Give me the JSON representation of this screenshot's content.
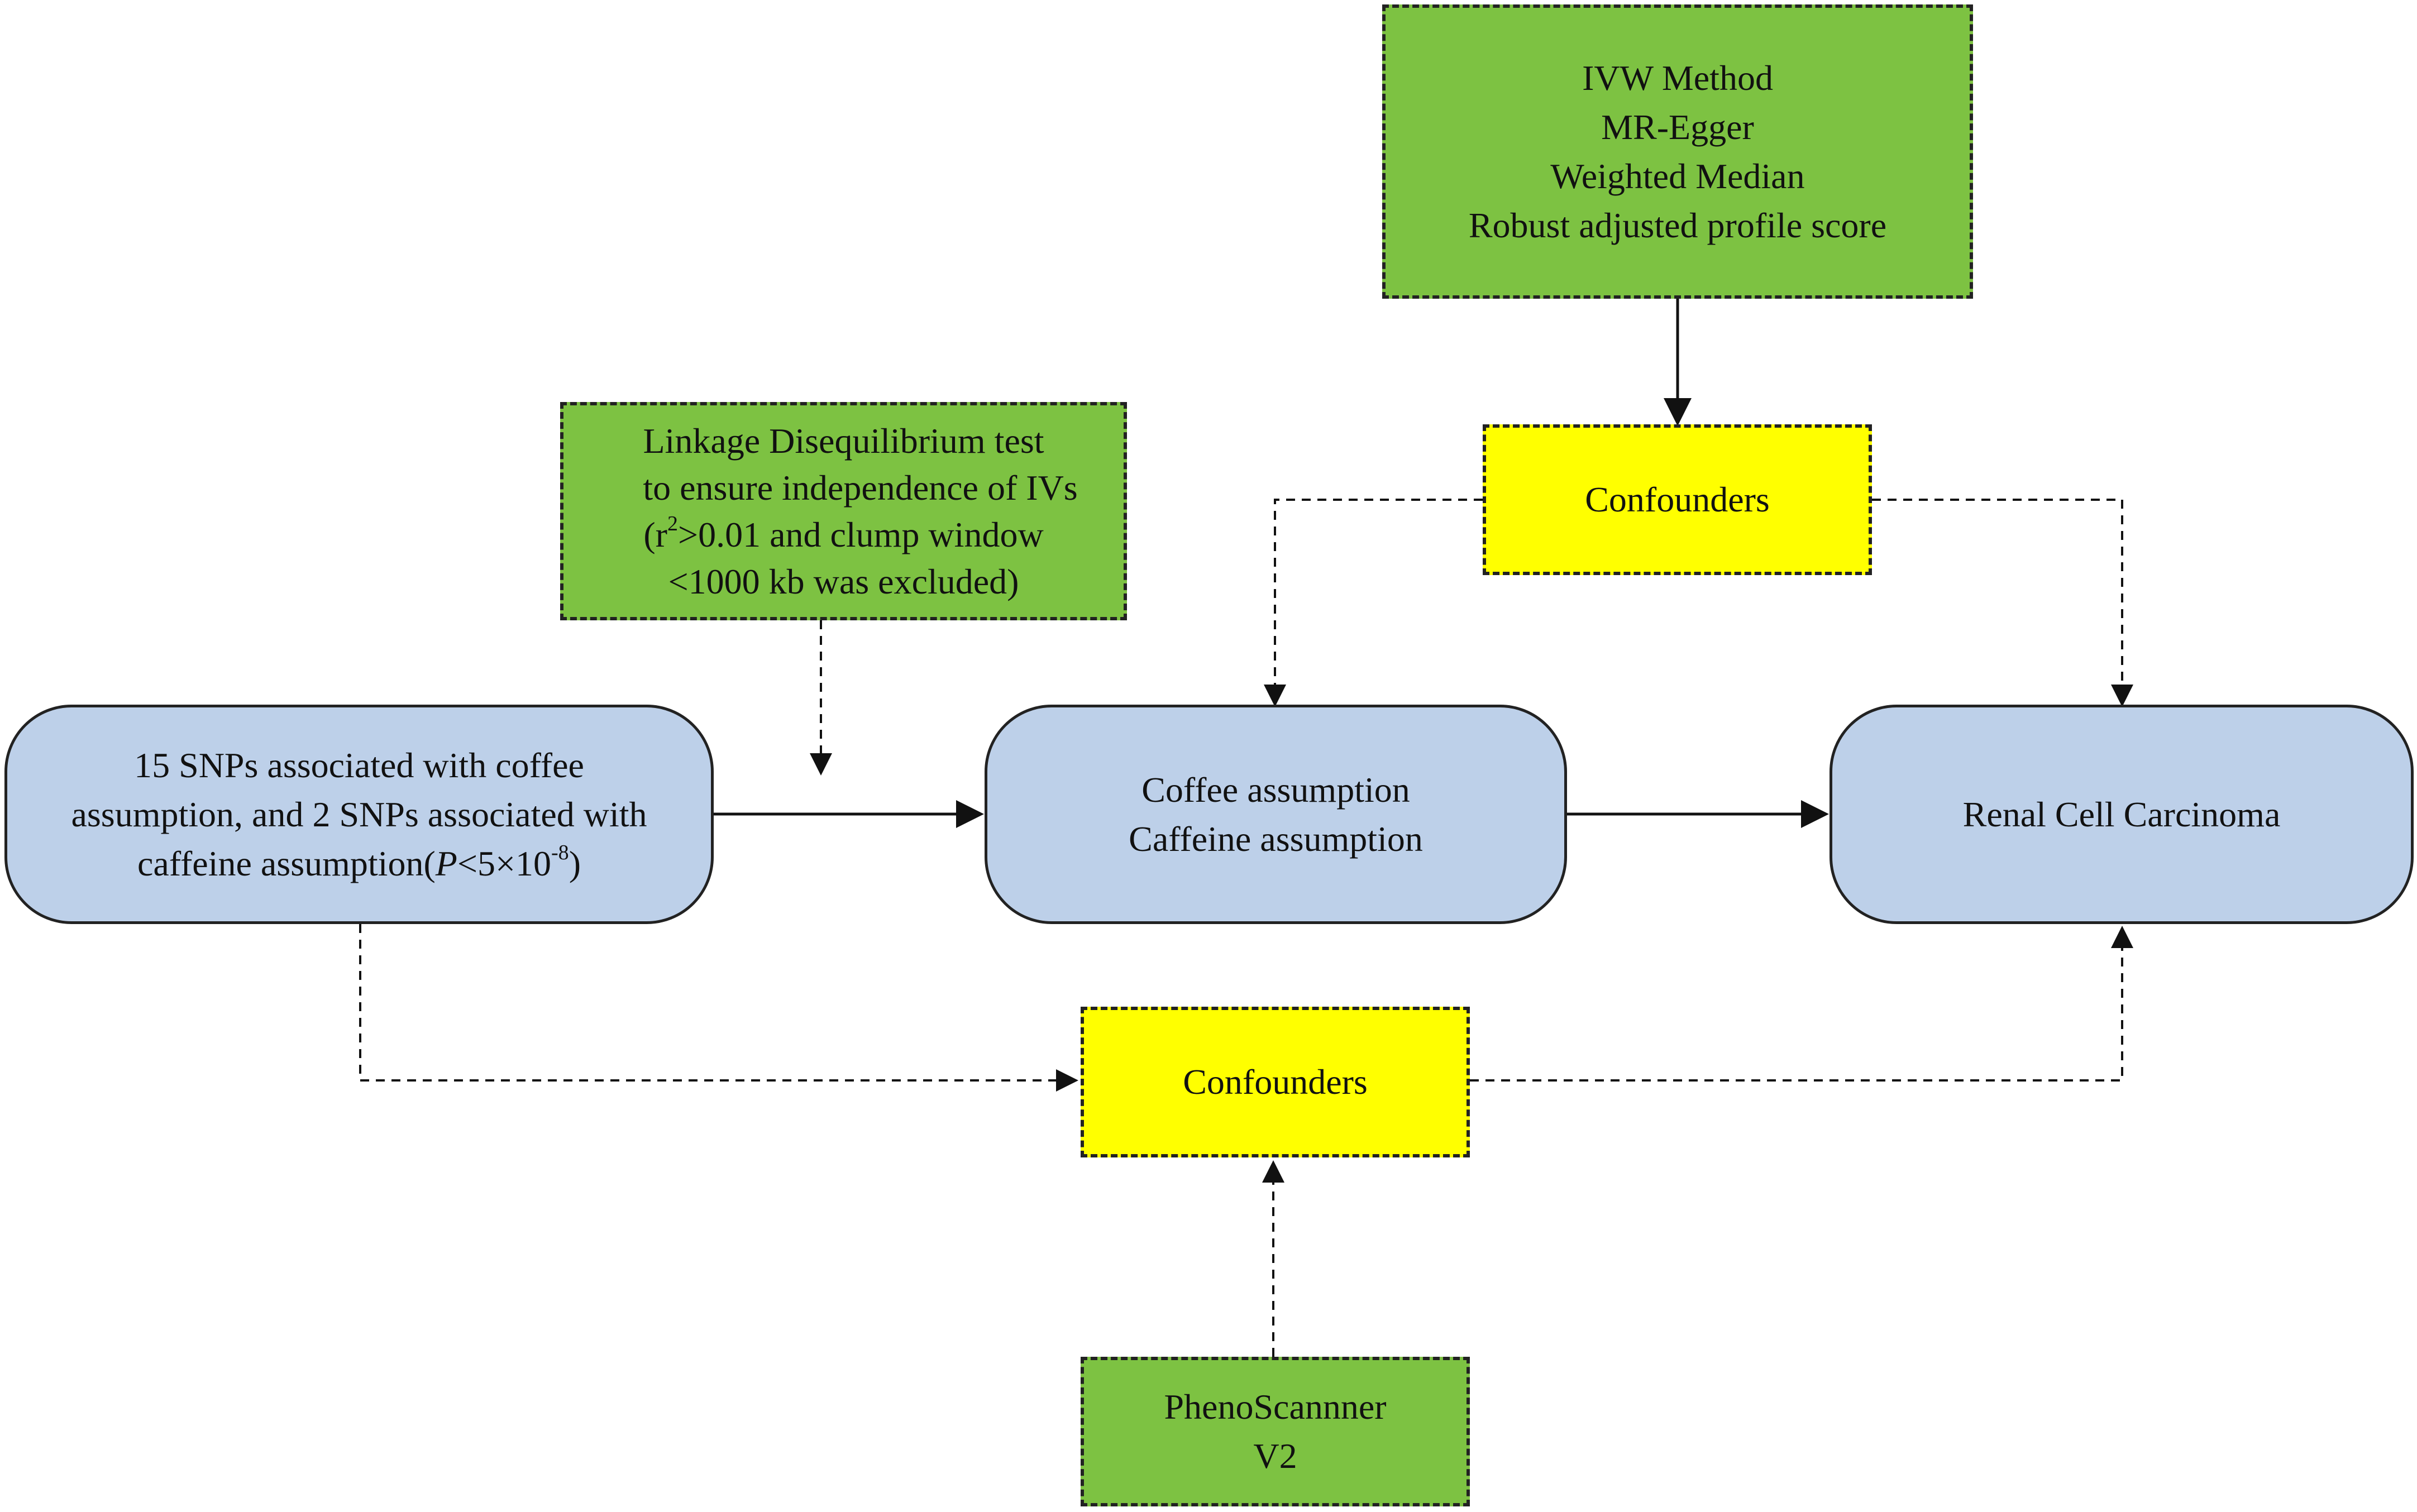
{
  "diagram": {
    "methods": {
      "lines": [
        "IVW Method",
        "MR-Egger",
        "Weighted Median",
        "Robust adjusted profile score"
      ]
    },
    "ld_test": {
      "line1": "Linkage Disequilibrium test",
      "line2": "to ensure independence of  IVs",
      "line3_prefix": "(r",
      "line3_sup": "2",
      "line3_rest": ">0.01 and clump window",
      "line4": "<1000 kb was excluded)"
    },
    "confounders_top": "Confounders",
    "confounders_bottom": "Confounders",
    "snps": {
      "line1": "15 SNPs associated with coffee",
      "line2": "assumption, and 2 SNPs associated with",
      "line3_prefix": "caffeine assumption(",
      "line3_italic": "P",
      "line3_mid": "<5×10",
      "line3_sup": "-8",
      "line3_end": ")"
    },
    "exposure": {
      "lines": [
        "Coffee assumption",
        "Caffeine assumption"
      ]
    },
    "outcome": "Renal Cell Carcinoma",
    "phenoscanner": {
      "lines": [
        "PhenoScannner",
        "V2"
      ]
    }
  }
}
